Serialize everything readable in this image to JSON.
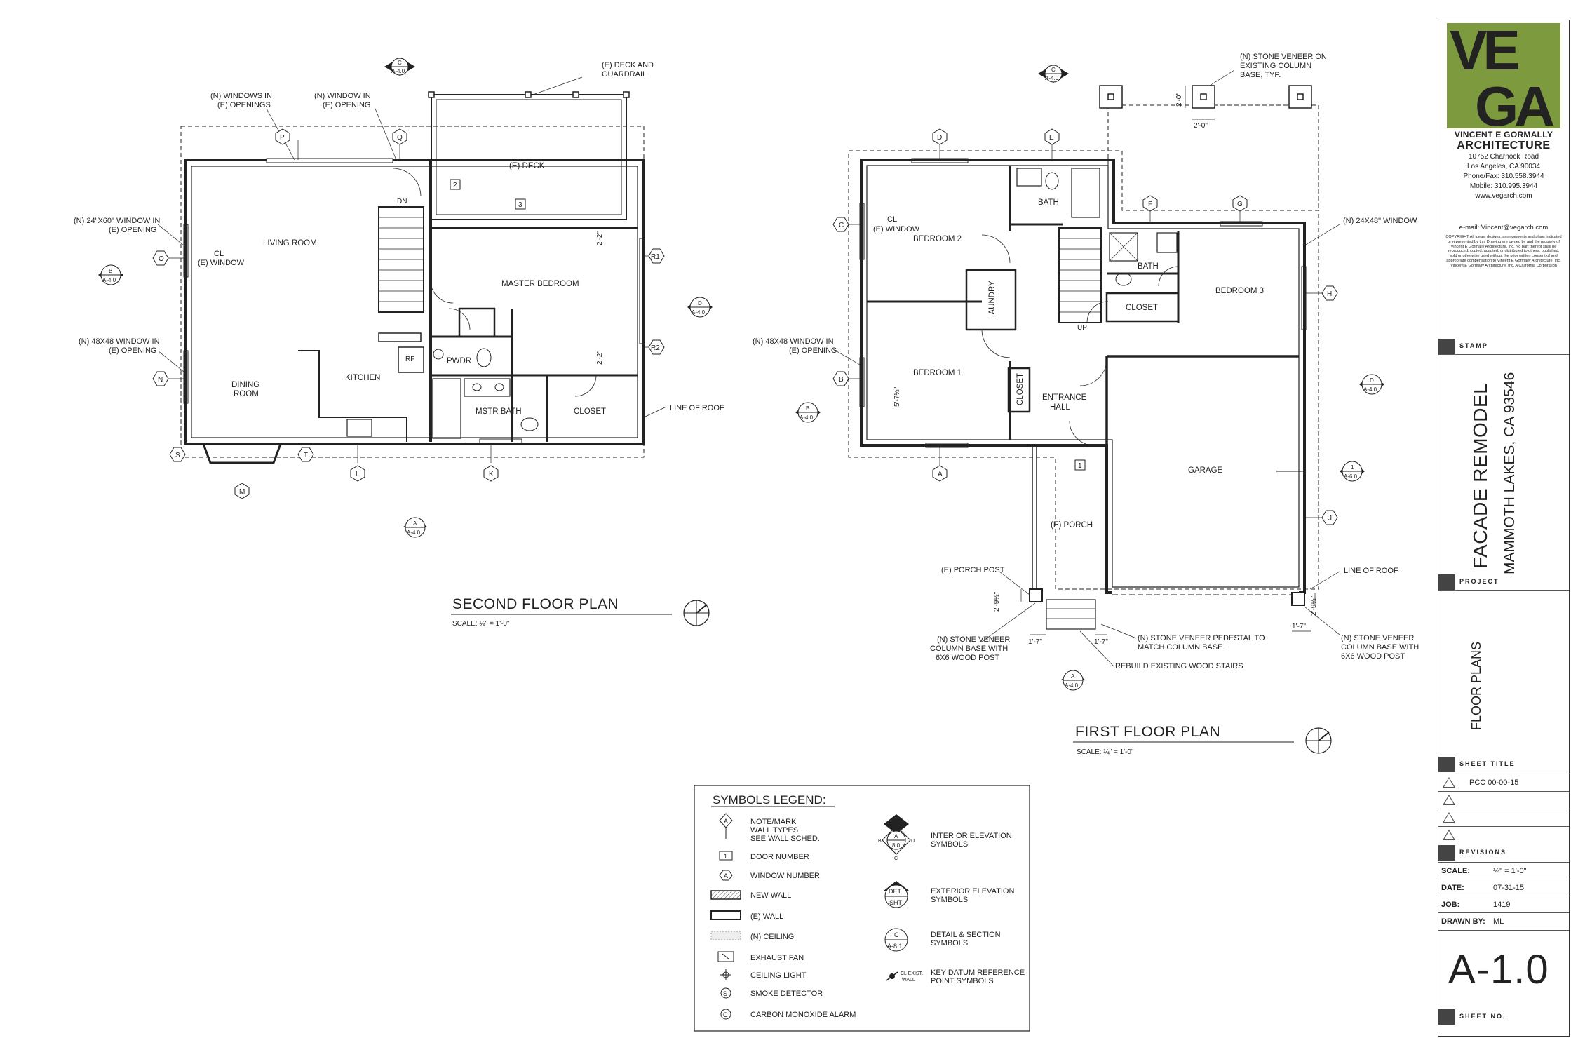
{
  "second_floor": {
    "title": "SECOND FLOOR PLAN",
    "scale": "SCALE: ¼\" = 1'-0\"",
    "rooms": {
      "living": "LIVING ROOM",
      "dining1": "DINING",
      "dining2": "ROOM",
      "kitchen": "KITCHEN",
      "master": "MASTER BEDROOM",
      "pwdr": "PWDR",
      "mstr_bath": "MSTR BATH",
      "closet": "CLOSET",
      "deck": "(E) DECK",
      "cl1": "CL",
      "cl2": "(E) WINDOW",
      "rf": "RF",
      "dn": "DN"
    },
    "notes": {
      "win_openings_1": "(N) WINDOWS IN",
      "win_openings_2": "(E) OPENINGS",
      "win_opening_1": "(N) WINDOW IN",
      "win_opening_2": "(E) OPENING",
      "deck_1": "(E) DECK AND",
      "deck_2": "GUARDRAIL",
      "w24_1": "(N) 24\"X60\" WINDOW IN",
      "w24_2": "(E) OPENING",
      "w48_1": "(N) 48X48 WINDOW IN",
      "w48_2": "(E) OPENING",
      "roof": "LINE OF ROOF"
    },
    "dims": {
      "d1": "2'-2\"",
      "d2": "2'-2\""
    },
    "tags": {
      "o": "O",
      "n": "N",
      "p": "P",
      "q": "Q",
      "r1": "R1",
      "r2": "R2",
      "s": "S",
      "t": "T",
      "l": "L",
      "k": "K",
      "m": "M",
      "door2": "2",
      "door3": "3"
    },
    "sec_c": {
      "top": "C",
      "bot": "A-4.0"
    },
    "sec_b": {
      "top": "B",
      "bot": "A-4.0"
    },
    "sec_d": {
      "top": "D",
      "bot": "A-4.0"
    },
    "sec_a": {
      "top": "A",
      "bot": "A-4.0"
    }
  },
  "first_floor": {
    "title": "FIRST FLOOR PLAN",
    "scale": "SCALE: ¼\" = 1'-0\"",
    "rooms": {
      "bed2": "BEDROOM 2",
      "bed1": "BEDROOM 1",
      "bed3": "BEDROOM 3",
      "bath1": "BATH",
      "bath2": "BATH",
      "laundry": "LAUNDRY",
      "closet1": "CLOSET",
      "closet2": "CLOSET",
      "entry1": "ENTRANCE",
      "entry2": "HALL",
      "garage": "GARAGE",
      "porch": "(E) PORCH",
      "cl1": "CL",
      "cl2": "(E) WINDOW",
      "up": "UP"
    },
    "notes": {
      "veneer_1": "(N) STONE VENEER ON",
      "veneer_2": "EXISTING COLUMN",
      "veneer_3": "BASE, TYP.",
      "w24": "(N) 24X48\" WINDOW",
      "w48_1": "(N) 48X48 WINDOW IN",
      "w48_2": "(E) OPENING",
      "porch_post": "(E) PORCH POST",
      "roof": "LINE OF ROOF",
      "col_l_1": "(N) STONE VENEER",
      "col_l_2": "COLUMN BASE WITH",
      "col_l_3": "6X6 WOOD POST",
      "ped_1": "(N) STONE VENEER PEDESTAL TO",
      "ped_2": "MATCH COLUMN BASE.",
      "stairs": "REBUILD EXISTING WOOD STAIRS",
      "col_r_1": "(N) STONE VENEER",
      "col_r_2": "COLUMN BASE WITH",
      "col_r_3": "6X6 WOOD POST"
    },
    "dims": {
      "d20a": "2'-0\"",
      "d20b": "2'-0\"",
      "d5": "5'-7½\"",
      "d29a": "2'-9½\"",
      "d17a": "1'-7\"",
      "d17b": "1'-7\"",
      "d17c": "1'-7\"",
      "d29b": "2'-9½\""
    },
    "tags": {
      "d": "D",
      "e": "E",
      "f": "F",
      "g": "G",
      "c": "C",
      "b": "B",
      "h": "H",
      "a": "A",
      "j": "J",
      "door1": "1"
    },
    "sec_c": {
      "top": "C",
      "bot": "A-4.0"
    },
    "sec_b": {
      "top": "B",
      "bot": "A-4.0"
    },
    "sec_d": {
      "top": "D",
      "bot": "A-4.0"
    },
    "sec_a": {
      "top": "A",
      "bot": "A-4.0"
    },
    "sec_1": {
      "top": "1",
      "bot": "A-6.0"
    }
  },
  "legend": {
    "title": "SYMBOLS LEGEND:",
    "note1": "NOTE/MARK",
    "note2": "WALL TYPES",
    "note3": "SEE WALL SCHED.",
    "door": "DOOR NUMBER",
    "window": "WINDOW NUMBER",
    "new_wall": "NEW  WALL",
    "e_wall": "(E)  WALL",
    "ceiling": "(N) CEILING",
    "fan": "EXHAUST FAN",
    "light": "CEILING LIGHT",
    "smoke": "SMOKE DETECTOR",
    "co": "CARBON MONOXIDE ALARM",
    "int1": "INTERIOR ELEVATION",
    "int2": "SYMBOLS",
    "ext1": "EXTERIOR ELEVATION",
    "ext2": "SYMBOLS",
    "det1": "DETAIL & SECTION",
    "det2": "SYMBOLS",
    "key1": "KEY DATUM REFERENCE",
    "key2": "POINT SYMBOLS",
    "sym_door": "1",
    "sym_win": "A",
    "sym_s": "S",
    "sym_c": "C",
    "int_top": "A",
    "int_bot": "8.0",
    "int_l": "B",
    "int_r": "D",
    "int_b": "C",
    "det": "DET",
    "sht": "SHT",
    "c_top": "C",
    "c_bot": "A-8.1",
    "key_a": "CL EXIST.",
    "key_b": "WALL"
  },
  "title_block": {
    "logo_top": "VE",
    "logo_bot": "GA",
    "firm1": "VINCENT E GORMALLY",
    "firm2": "ARCHITECTURE",
    "addr1": "10752 Charnock Road",
    "addr2": "Los Angeles, CA 90034",
    "phone": "Phone/Fax: 310.558.3944",
    "mobile": "Mobile: 310.995.3944",
    "web": "www.vegarch.com",
    "email": "e-mail: Vincent@vegarch.com",
    "copyright": "COPYRIGHT All ideas, designs, arrangements and plans indicated or represented by this Drawing are owned by and the property of Vincent E Gormally Architecture, Inc. No part thereof shall be reproduced, copied, adapted, or distributed to others, published, sold or otherwise used without the prior written consent of and appropriate compensation to Vincent E Gormally Architecture, Inc. Vincent E Gormally Architecture, Inc. A California Corporation",
    "stamp": "STAMP",
    "project": "PROJECT",
    "project_name": "FACADE REMODEL",
    "project_loc": "MAMMOTH LAKES, CA 93546",
    "sheet_title_label": "SHEET TITLE",
    "sheet_title": "FLOOR PLANS",
    "rev1": "PCC 00-00-15",
    "revisions": "REVISIONS",
    "scale_k": "SCALE:",
    "scale_v": "¼\" = 1'-0\"",
    "date_k": "DATE:",
    "date_v": "07-31-15",
    "job_k": "JOB:",
    "job_v": "1419",
    "drawn_k": "DRAWN BY:",
    "drawn_v": "ML",
    "sheet_no": "A-1.0",
    "sheet_no_label": "SHEET NO.",
    "logo_green": "#7d9a3f",
    "logo_red": "#c33a24"
  }
}
